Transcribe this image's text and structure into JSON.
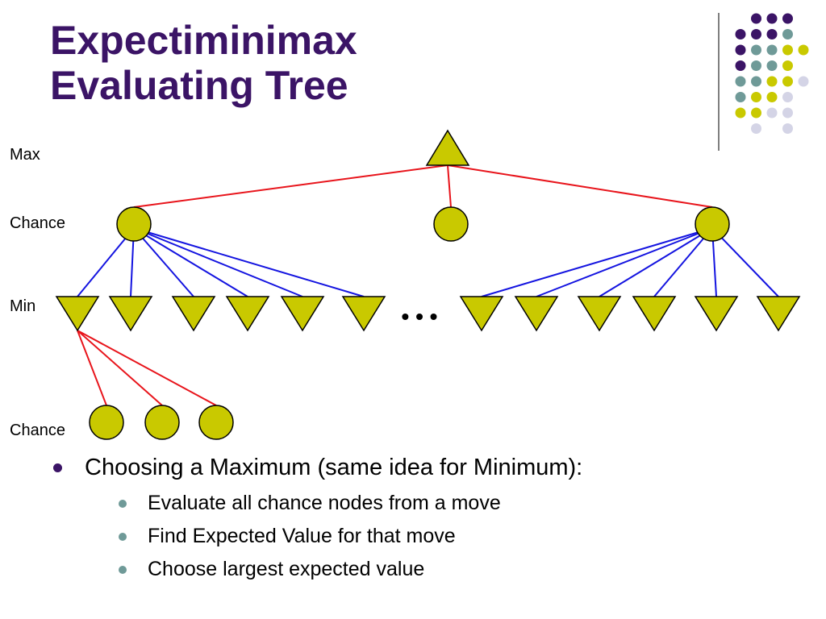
{
  "slide": {
    "title_lines": [
      "Expectiminimax",
      "Evaluating Tree"
    ],
    "title_color": "#3b1466"
  },
  "tree": {
    "level_labels": {
      "max": "Max",
      "chance_upper": "Chance",
      "min": "Min",
      "chance_lower": "Chance"
    },
    "ellipsis": "• • •",
    "node_fill": "#c9c900",
    "red_edge_color": "#e8141b",
    "blue_edge_color": "#1414e0",
    "max_nodes": 1,
    "upper_chance_nodes": 3,
    "min_nodes_left_group": 6,
    "min_nodes_right_group": 6,
    "lower_chance_nodes": 3
  },
  "bullets": {
    "main": "Choosing a Maximum (same idea for Minimum):",
    "sub": [
      "Evaluate all chance nodes from a move",
      "Find Expected Value for that move",
      "Choose largest expected value"
    ]
  },
  "decoration": {
    "colors": {
      "purple": "#3b1466",
      "teal": "#6f9a98",
      "yellow": "#c9c900",
      "lavender": "#d4d4e6",
      "divider": "#555555"
    }
  }
}
